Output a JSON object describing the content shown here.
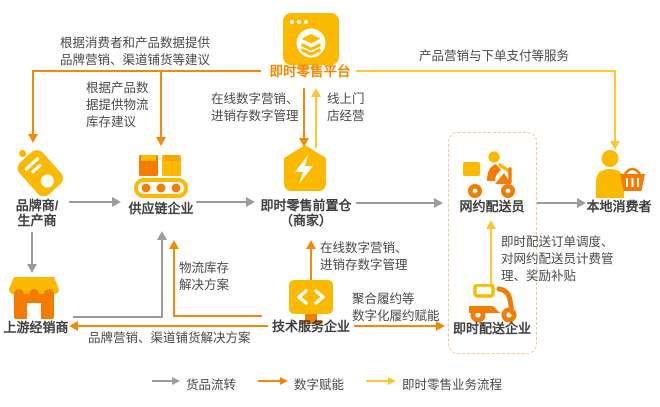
{
  "colors": {
    "gray": "#9c9c9c",
    "orange": "#F28A05",
    "yellow": "#FFC82E",
    "gold": "#FBB900",
    "orange2": "#F57C00",
    "text": "#4a4a4a"
  },
  "nodes": {
    "platform": {
      "label": "即时零售平台",
      "icon": "app-window-layers-icon"
    },
    "brand": {
      "label": "品牌商/\n生产商",
      "icon": "price-tag-icon"
    },
    "supply_chain": {
      "label": "供应链企业",
      "icon": "conveyor-belt-icon"
    },
    "front_warehouse": {
      "label": "即时零售前置仓\n（商家）",
      "icon": "warehouse-lightning-icon"
    },
    "courier": {
      "label": "网约配送员",
      "icon": "delivery-rider-icon"
    },
    "consumer": {
      "label": "本地消费者",
      "icon": "shopper-basket-icon"
    },
    "distributor": {
      "label": "上游经销商",
      "icon": "storefront-icon"
    },
    "tech_service": {
      "label": "技术服务企业",
      "icon": "monitor-code-icon"
    },
    "delivery_company": {
      "label": "即时配送企业",
      "icon": "scooter-icon"
    }
  },
  "annotations": {
    "platform_to_brand": "根据消费者和产品数据提供\n品牌营销、渠道铺货等建议",
    "platform_to_supply": "根据产品数\n据提供物流\n库存建议",
    "platform_down_to_warehouse": "在线数字营销、\n进销存数字管理",
    "warehouse_up_to_platform": "线上门\n店经营",
    "platform_to_consumer": "产品营销与下单支付等服务",
    "tech_to_supply": "物流库存\n解决方案",
    "tech_to_distributor": "品牌营销、渠道铺货解决方案",
    "tech_to_warehouse": "在线数字营销、\n进销存数字管理",
    "tech_to_delivery": "聚合履约等\n数字化履约赋能",
    "delivery_to_courier": "即时配送订单调度、\n对网约配送员计费管\n理、奖励补贴"
  },
  "legend": [
    {
      "label": "货品流转",
      "color": "#9c9c9c"
    },
    {
      "label": "数字赋能",
      "color": "#F28A05"
    },
    {
      "label": "即时零售业务流程",
      "color": "#FFC82E"
    }
  ]
}
